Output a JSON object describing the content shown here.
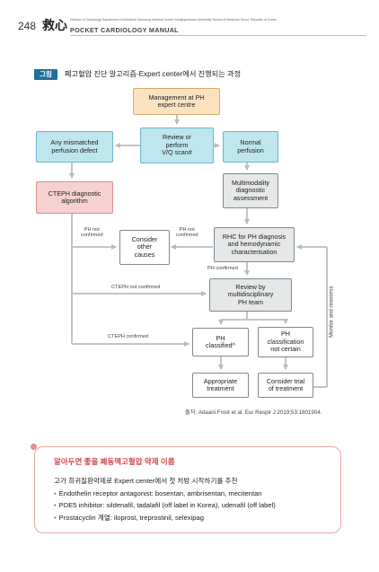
{
  "header": {
    "page_number": "248",
    "logo_text": "救心",
    "affiliation": "Division of Cardiology Department of Medicine Samsung Medical Center Sungkyunkwan University School of Medicine Seoul, Republic of Korea",
    "book_title": "POCKET CARDIOLOGY MANUAL"
  },
  "figure": {
    "tag": "그림",
    "title": "폐고혈압 진단 알고리즘-Expert center에서 진행되는 과정",
    "boxes": {
      "management": [
        "Management at PH",
        "expert centre"
      ],
      "review_vq": [
        "Review or",
        "perform",
        "V/Q scan#"
      ],
      "mismatched": [
        "Any mismatched",
        "perfusion defect"
      ],
      "normal": [
        "Normal",
        "perfusion"
      ],
      "cteph_diag": [
        "CTEPH diagnostic",
        "algorithm"
      ],
      "multimodality": [
        "Multimodality",
        "diagnostic",
        "assessment"
      ],
      "consider_other": [
        "Consider",
        "other",
        "causes"
      ],
      "rhc": [
        "RHC for PH diagnosis",
        "and hemodynamic",
        "characterisation"
      ],
      "review_mdt": [
        "Review by",
        "multidisciplinary",
        "PH team"
      ],
      "ph_classified": [
        "PH",
        "classified^"
      ],
      "ph_not_certain": [
        "PH",
        "classification",
        "not certain"
      ],
      "appropriate": [
        "Appropriate",
        "treatment"
      ],
      "consider_trial": [
        "Consider trial",
        "of treatment"
      ]
    },
    "labels": {
      "ph_not_confirmed_left": [
        "PH not",
        "confirmed"
      ],
      "ph_not_confirmed_right": [
        "PH not",
        "confirmed"
      ],
      "ph_confirmed": "PH confirmed",
      "cteph_not_confirmed": "CTEPH not confirmed",
      "cteph_confirmed": "CTEPH confirmed",
      "monitor": "Monitor and reassess"
    },
    "source": "출처: Adaani Frost et al. Eur Respir J 2019;53:1801904."
  },
  "note": {
    "title": "알아두면 좋을 폐동맥고혈압 약제 이름",
    "intro": "고가 희귀질환약제로 Expert center에서 첫 처방 시작하기를 추천",
    "bullets": [
      "Endothelin receptor antagonist: bosentan, ambrisentan, mecitentan",
      "PDE5 inhibitor: sildenafil, tadalafil (off label in Korea), udenafil (off label)",
      "Prostacyclin 계열: iloprost, treprostinil, selexipag"
    ]
  },
  "colors": {
    "accent_blue": "#1f6f9a",
    "box_orange": "#fbe3c2",
    "box_blue": "#bfe5ef",
    "box_pink": "#f6d1d1",
    "box_gray": "#e5e7e8",
    "note_red": "#d0494f"
  }
}
